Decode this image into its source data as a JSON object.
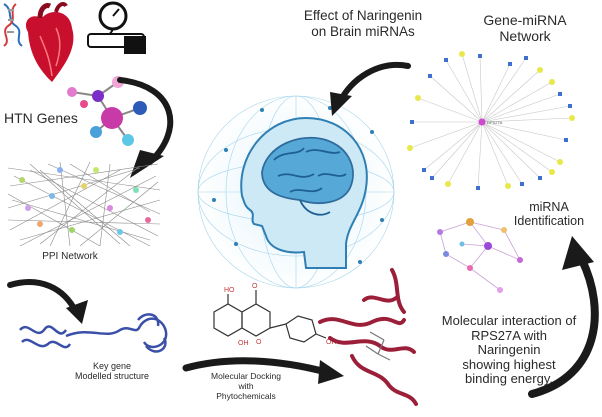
{
  "title": {
    "line1": "Effect of Naringenin",
    "line2": "on Brain miRNAs"
  },
  "labels": {
    "htn_genes": "HTN Genes",
    "ppi_network": "PPI Network",
    "gene_mirna_1": "Gene-miRNA",
    "gene_mirna_2": "Network",
    "mirna_1": "miRNA",
    "mirna_2": "Identification",
    "key_gene_1": "Key gene",
    "key_gene_2": "Modelled structure",
    "docking_1": "Molecular Docking",
    "docking_2": "with",
    "docking_3": "Phytochemicals",
    "interaction_1": "Molecular interaction of",
    "interaction_2": "RPS27A with",
    "interaction_3": "Naringenin",
    "interaction_4": "showing highest",
    "interaction_5": "binding energy."
  },
  "network_center": "RPS27A",
  "colors": {
    "arrow": "#1a1a1a",
    "brain": "#2f7fb4",
    "heart": "#c8102e",
    "protein_blue": "#3a4fa8",
    "protein_red": "#9c1f3a",
    "node_yellow": "#e8e84a",
    "node_blue": "#3f6fd0"
  }
}
